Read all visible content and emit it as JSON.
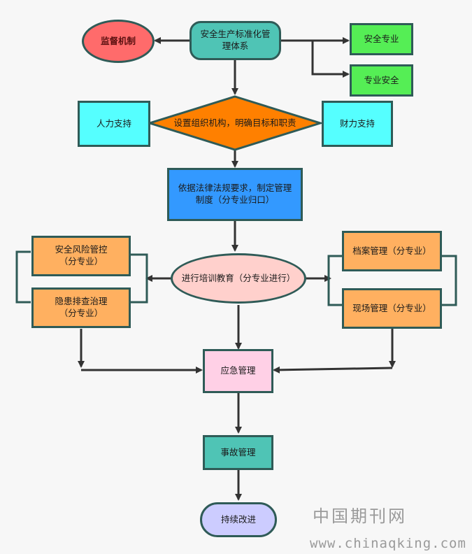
{
  "nodes": {
    "monitor": "监督机制",
    "system": "安全生产标准化管\n理体系",
    "safety_major": "安全专业",
    "major_safety": "专业安全",
    "human": "人力支持",
    "setup": "设置组织机构，明确目标和职责",
    "finance": "财力支持",
    "rules": "依据法律法规要求，制定管理\n制度（分专业归口）",
    "risk": "安全风险管控\n（分专业）",
    "hazard": "隐患排查治理\n（分专业）",
    "training": "进行培训教育（分专业进行）",
    "archive": "档案管理（分专业）",
    "site": "现场管理（分专业）",
    "emergency": "应急管理",
    "accident": "事故管理",
    "improve": "持续改进"
  },
  "watermark": {
    "title": "中国期刊网",
    "url": "www.chinaqking.com"
  },
  "colors": {
    "stroke": "#2f5b57",
    "arrow": "#333333",
    "teal": "#4fc4b5",
    "red": "#ff6b6b",
    "green": "#55ee55",
    "cyan": "#55ffff",
    "orange": "#ff8000",
    "blue": "#3399ff",
    "peach": "#ffb060",
    "pink_oval": "#ffd0cc",
    "pink_box": "#ffd0e6",
    "lavender": "#ccccff"
  }
}
